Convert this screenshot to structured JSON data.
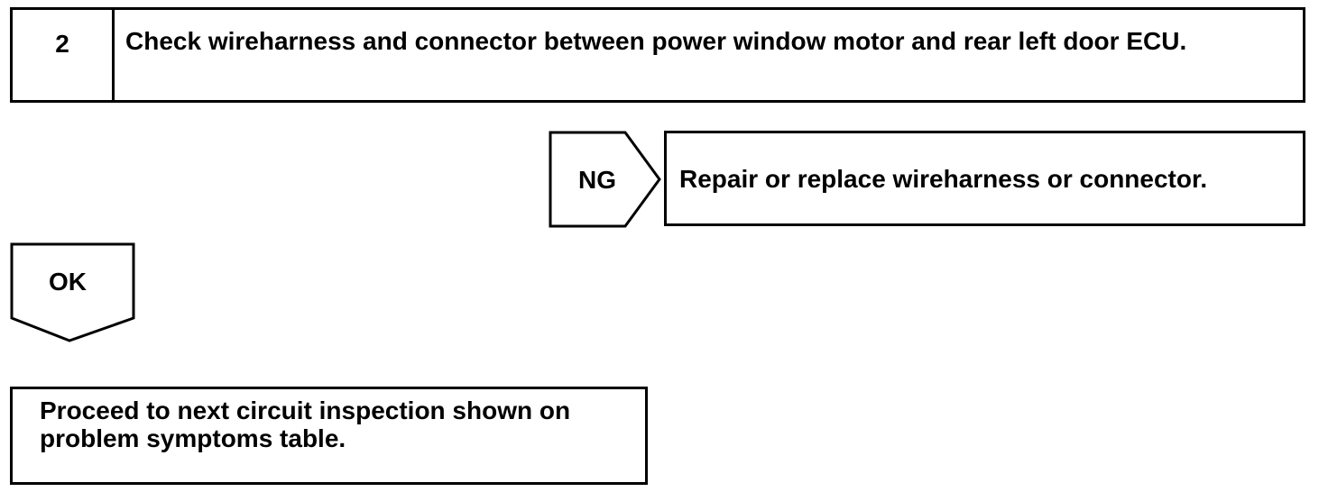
{
  "step": {
    "number": "2",
    "text": "Check wireharness and connector between power window motor and rear left door ECU."
  },
  "ng_branch": {
    "label": "NG",
    "result": "Repair or replace wireharness or connector."
  },
  "ok_branch": {
    "label": "OK",
    "result": "Proceed to next circuit inspection shown on problem symptoms table."
  }
}
